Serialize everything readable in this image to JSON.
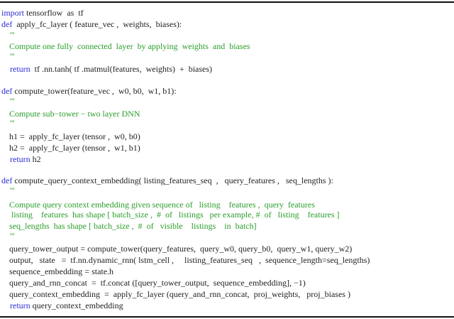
{
  "colors": {
    "keyword": "#2b2bd8",
    "comment": "#2a9d2a",
    "text": "#222222"
  },
  "code_lines": [
    [
      [
        "kw",
        "import"
      ],
      [
        "tx",
        " tensorflow  as  tf"
      ]
    ],
    [
      [
        "kw",
        "def"
      ],
      [
        "tx",
        "  apply_fc_layer ( feature_vec ,  weights,  biases):"
      ]
    ],
    [
      [
        "cm",
        "'''"
      ]
    ],
    [
      [
        "cm",
        "Compute one fully  connected  layer  by applying  weights  and  biases"
      ]
    ],
    [
      [
        "cm",
        "'''"
      ]
    ],
    [
      [
        "kw",
        "return"
      ],
      [
        "tx",
        "  tf .nn.tanh( tf .matmul(features,  weights)  +  biases)"
      ]
    ],
    [
      [
        "kw",
        "def"
      ],
      [
        "tx",
        " compute_tower(feature_vec ,  w0, b0,  w1, b1):"
      ]
    ],
    [
      [
        "cm",
        "'''"
      ]
    ],
    [
      [
        "cm",
        "Compute sub−tower − two layer DNN"
      ]
    ],
    [
      [
        "cm",
        "'''"
      ]
    ],
    [
      [
        "tx",
        "h1 =  apply_fc_layer (tensor ,  w0, b0)"
      ]
    ],
    [
      [
        "tx",
        "h2 =  apply_fc_layer (tensor ,  w1, b1)"
      ]
    ],
    [
      [
        "kw",
        "return"
      ],
      [
        "tx",
        " h2"
      ]
    ],
    [
      [
        "kw",
        "def"
      ],
      [
        "tx",
        " compute_query_context_embedding( listing_features_seq  ,   query_features ,   seq_lengths ):"
      ]
    ],
    [
      [
        "cm",
        "'''"
      ]
    ],
    [
      [
        "cm",
        "Compute query context embedding given sequence of   listing    features ,  query  features"
      ]
    ],
    [
      [
        "cm",
        " listing    features  has shape [ batch_size ,  #  of   listings   per example, #  of   listing    features ]"
      ]
    ],
    [
      [
        "cm",
        "seq_lengths  has shape [ batch_size ,  #  of   visible    listings    in  batch]"
      ]
    ],
    [
      [
        "cm",
        "'''"
      ]
    ],
    [
      [
        "tx",
        "query_tower_output = compute_tower(query_features,  query_w0, query_b0,  query_w1, query_w2)"
      ]
    ],
    [
      [
        "tx",
        "output,   state   =  tf.nn.dynamic_rnn( lstm_cell ,     listing_features_seq   ,  sequence_length=seq_lengths)"
      ]
    ],
    [
      [
        "tx",
        "sequence_embedding = state.h"
      ]
    ],
    [
      [
        "tx",
        "query_and_rnn_concat  =  tf.concat ([query_tower_output,  sequence_embedding], −1)"
      ]
    ],
    [
      [
        "tx",
        "query_context_embedding  =  apply_fc_layer (query_and_rnn_concat,  proj_weights,   proj_biases )"
      ]
    ],
    [
      [
        "kw",
        "return"
      ],
      [
        "tx",
        " query_context_embedding"
      ]
    ]
  ]
}
